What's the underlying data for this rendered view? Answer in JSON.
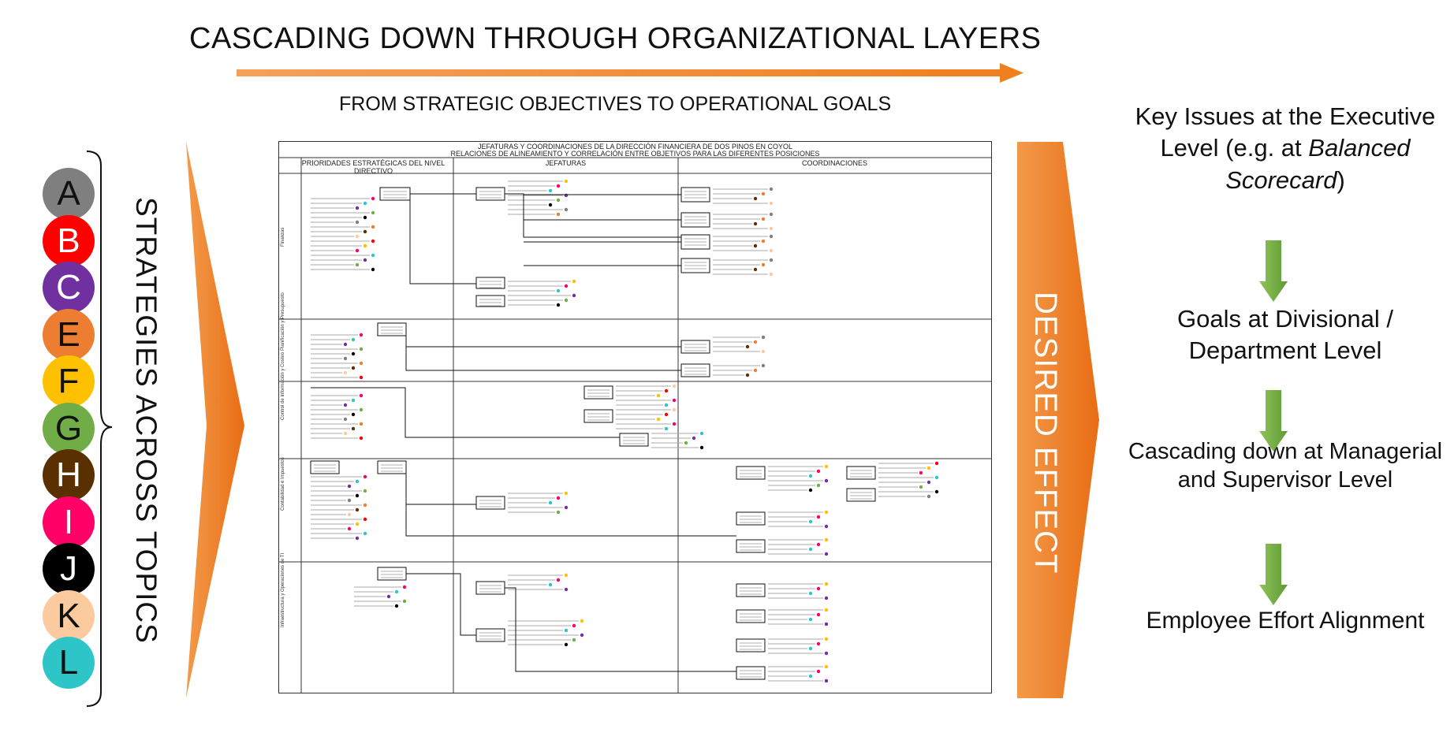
{
  "header": {
    "title": "CASCADING DOWN THROUGH ORGANIZATIONAL LAYERS",
    "subtitle": "FROM STRATEGIC OBJECTIVES TO OPERATIONAL GOALS"
  },
  "strategies": {
    "label": "STRATEGIES ACROSS TOPICS",
    "circles": [
      {
        "letter": "A",
        "color": "#7f7f7f"
      },
      {
        "letter": "B",
        "color": "#ff0000"
      },
      {
        "letter": "C",
        "color": "#7030a0"
      },
      {
        "letter": "E",
        "color": "#ed7d31"
      },
      {
        "letter": "F",
        "color": "#ffc000"
      },
      {
        "letter": "G",
        "color": "#70ad47"
      },
      {
        "letter": "H",
        "color": "#5b3000"
      },
      {
        "letter": "I",
        "color": "#ff0066"
      },
      {
        "letter": "J",
        "color": "#000000"
      },
      {
        "letter": "K",
        "color": "#fbcb9f"
      },
      {
        "letter": "L",
        "color": "#2ec5c9"
      }
    ]
  },
  "document": {
    "title_line1": "JEFATURAS Y COORDINACIONES DE LA DIRECCIÓN FINANCIERA DE DOS PINOS EN COYOL",
    "title_line2": "RELACIONES DE ALINEAMIENTO Y CORRELACIÓN ENTRE OBJETIVOS PARA LAS DIFERENTES POSICIONES",
    "columns": [
      "PRIORIDADES ESTRATÉGICAS DEL NIVEL DIRECTIVO",
      "JEFATURAS",
      "COORDINACIONES"
    ],
    "rows": [
      "Finanzas",
      "Planificación y Presupuesto",
      "Control de Información y Costeo",
      "Contabilidad e Impuestos",
      "Infraestructura y Operaciones de TI"
    ]
  },
  "desired_effect": {
    "label": "DESIRED EFFECT"
  },
  "levels": {
    "executive_prefix": "Key Issues at the Executive Level (e.g. at ",
    "executive_italic": "Balanced Scorecard",
    "executive_suffix": ")",
    "divisional": "Goals at Divisional / Department Level",
    "managerial": "Cascading down at Managerial and Supervisor Level",
    "employee": "Employee Effort Alignment"
  },
  "colors": {
    "accent_orange": "#f28a2e",
    "arrow_green": "#6aa84f"
  }
}
